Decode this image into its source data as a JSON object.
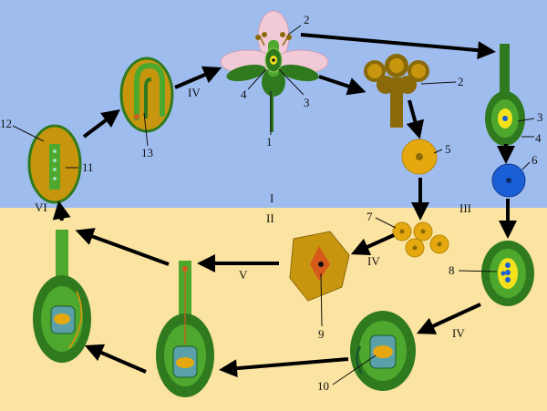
{
  "labels": {
    "n1": "1",
    "n2a": "2",
    "n2b": "2",
    "n3a": "3",
    "n3b": "3",
    "n4a": "4",
    "n4b": "4",
    "n5": "5",
    "n6": "6",
    "n7": "7",
    "n8": "8",
    "n9": "9",
    "n10": "10",
    "n11": "11",
    "n12": "12",
    "n13": "13"
  },
  "roman": {
    "r1": "I",
    "r2": "II",
    "r3": "III",
    "r4a": "IV",
    "r4b": "IV",
    "r4c": "IV",
    "r5": "V",
    "r6": "VI"
  },
  "colors": {
    "sky": "#9fbcef",
    "sand": "#fbe3a1",
    "dark_green": "#2f7a1e",
    "light_green": "#4ea82e",
    "gold": "#c8960e",
    "olive": "#8a6a08",
    "petal": "#f2c9d6",
    "blue": "#1b5fd6",
    "yellow": "#f3e21b",
    "arrow": "#000000"
  }
}
